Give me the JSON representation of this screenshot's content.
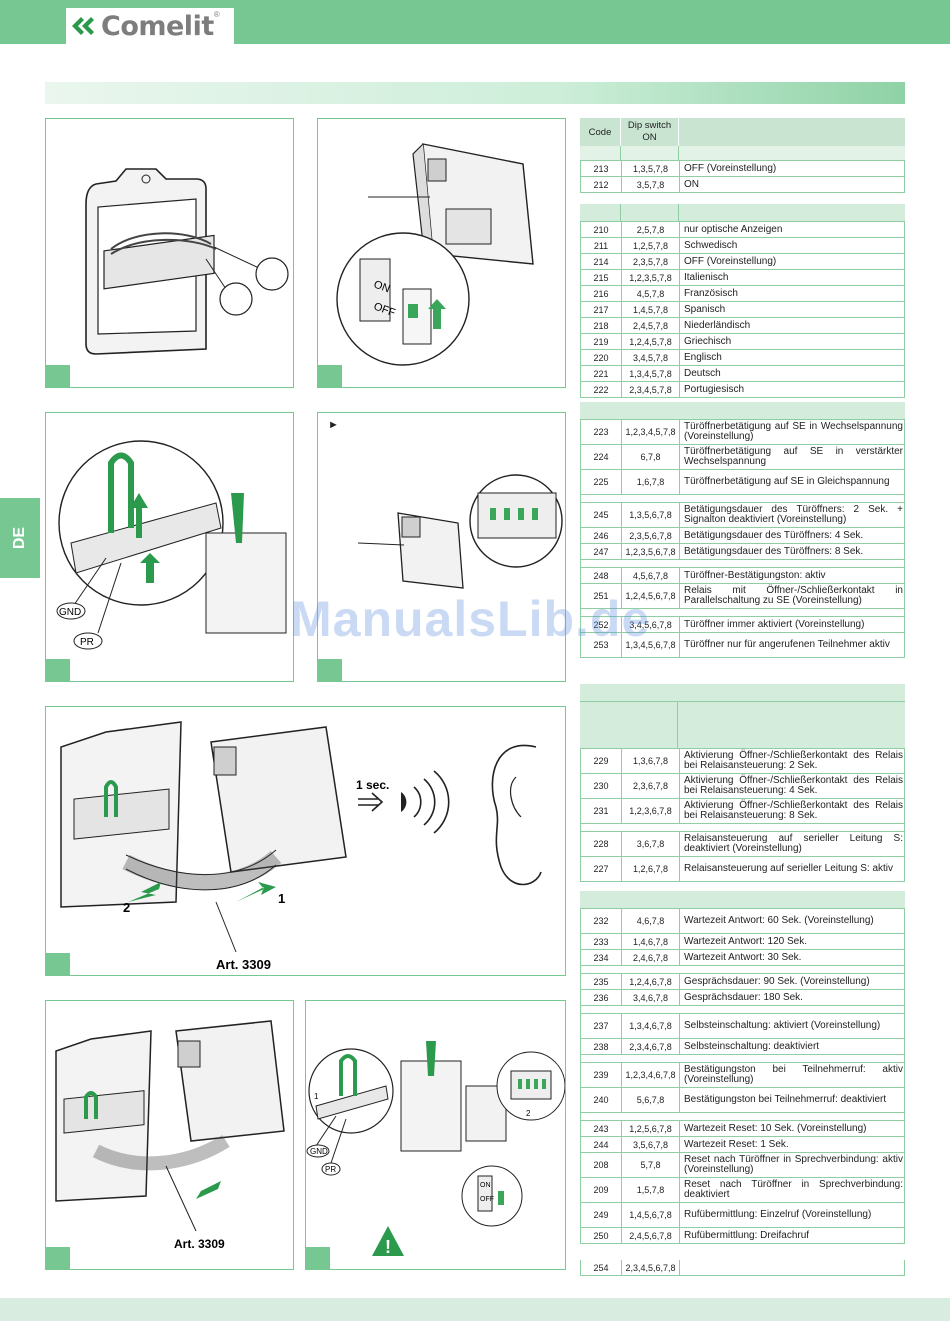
{
  "brand": {
    "name": "Comelit",
    "reg": "®"
  },
  "side_tab": "DE",
  "watermark": "ManualsLib.de",
  "figures": {
    "bullet": "►",
    "gnd": "GND",
    "pr": "PR",
    "on": "ON",
    "off": "OFF",
    "one_sec": "1 sec.",
    "num1": "1",
    "num2": "2",
    "art": "Art. 3309",
    "art2": "Art. 3309",
    "warning": "!"
  },
  "table_header": {
    "code": "Code",
    "dip1": "Dip switch",
    "dip2": "ON"
  },
  "tables": [
    {
      "rows": [
        [
          "213",
          "1,3,5,7,8",
          "OFF (Voreinstellung)"
        ],
        [
          "212",
          "3,5,7,8",
          "ON"
        ]
      ]
    },
    {
      "rows": [
        [
          "210",
          "2,5,7,8",
          "nur optische Anzeigen"
        ],
        [
          "211",
          "1,2,5,7,8",
          "Schwedisch"
        ],
        [
          "214",
          "2,3,5,7,8",
          "OFF (Voreinstellung)"
        ],
        [
          "215",
          "1,2,3,5,7,8",
          "Italienisch"
        ],
        [
          "216",
          "4,5,7,8",
          "Französisch"
        ],
        [
          "217",
          "1,4,5,7,8",
          "Spanisch"
        ],
        [
          "218",
          "2,4,5,7,8",
          "Niederländisch"
        ],
        [
          "219",
          "1,2,4,5,7,8",
          "Griechisch"
        ],
        [
          "220",
          "3,4,5,7,8",
          "Englisch"
        ],
        [
          "221",
          "1,3,4,5,7,8",
          "Deutsch"
        ],
        [
          "222",
          "2,3,4,5,7,8",
          "Portugiesisch"
        ]
      ]
    },
    {
      "rows": [
        [
          "223",
          "1,2,3,4,5,7,8",
          "Türöffnerbetätigung auf SE in Wechselspannung (Voreinstellung)"
        ],
        [
          "224",
          "6,7,8",
          "Türöffnerbetätigung auf SE in verstärkter Wechselspannung"
        ],
        [
          "225",
          "1,6,7,8",
          "Türöffnerbetätigung auf SE in Gleichspannung"
        ],
        [
          "",
          "",
          ""
        ],
        [
          "245",
          "1,3,5,6,7,8",
          "Betätigungsdauer des Türöffners: 2 Sek. + Signalton deaktiviert (Voreinstellung)"
        ],
        [
          "246",
          "2,3,5,6,7,8",
          "Betätigungsdauer des Türöffners: 4 Sek."
        ],
        [
          "247",
          "1,2,3,5,6,7,8",
          "Betätigungsdauer des Türöffners: 8 Sek."
        ],
        [
          "",
          "",
          ""
        ],
        [
          "248",
          "4,5,6,7,8",
          "Türöffner-Bestätigungston: aktiv"
        ],
        [
          "251",
          "1,2,4,5,6,7,8",
          "Relais mit Öffner-/Schließerkontakt in Parallelschaltung zu SE (Voreinstellung)"
        ],
        [
          "",
          "",
          ""
        ],
        [
          "252",
          "3,4,5,6,7,8",
          "Türöffner immer aktiviert (Voreinstellung)"
        ],
        [
          "253",
          "1,3,4,5,6,7,8",
          "Türöffner nur für angerufenen Teilnehmer aktiv"
        ]
      ]
    },
    {
      "rows": [
        [
          "229",
          "1,3,6,7,8",
          "Aktivierung Öffner-/Schließerkontakt des Relais bei Relaisansteuerung: 2 Sek."
        ],
        [
          "230",
          "2,3,6,7,8",
          "Aktivierung Öffner-/Schließerkontakt des Relais bei Relaisansteuerung: 4 Sek."
        ],
        [
          "231",
          "1,2,3,6,7,8",
          "Aktivierung Öffner-/Schließerkontakt des Relais bei Relaisansteuerung: 8 Sek."
        ],
        [
          "",
          "",
          ""
        ],
        [
          "228",
          "3,6,7,8",
          "Relaisansteuerung auf serieller Leitung S: deaktiviert (Voreinstellung)"
        ],
        [
          "227",
          "1,2,6,7,8",
          "Relaisansteuerung auf serieller Leitung S: aktiv"
        ]
      ]
    },
    {
      "rows": [
        [
          "232",
          "4,6,7,8",
          "Wartezeit Antwort: 60 Sek. (Voreinstellung)"
        ],
        [
          "233",
          "1,4,6,7,8",
          "Wartezeit Antwort: 120 Sek."
        ],
        [
          "234",
          "2,4,6,7,8",
          "Wartezeit Antwort: 30 Sek."
        ],
        [
          "",
          "",
          ""
        ],
        [
          "235",
          "1,2,4,6,7,8",
          "Gesprächsdauer: 90 Sek. (Voreinstellung)"
        ],
        [
          "236",
          "3,4,6,7,8",
          "Gesprächsdauer: 180 Sek."
        ],
        [
          "",
          "",
          ""
        ],
        [
          "237",
          "1,3,4,6,7,8",
          "Selbsteinschaltung: aktiviert (Voreinstellung)"
        ],
        [
          "238",
          "2,3,4,6,7,8",
          "Selbsteinschaltung: deaktiviert"
        ],
        [
          "",
          "",
          ""
        ],
        [
          "239",
          "1,2,3,4,6,7,8",
          "Bestätigungston bei Teilnehmerruf: aktiv (Voreinstellung)"
        ],
        [
          "240",
          "5,6,7,8",
          "Bestätigungston bei Teilnehmerruf: deaktiviert"
        ],
        [
          "",
          "",
          ""
        ],
        [
          "243",
          "1,2,5,6,7,8",
          "Wartezeit Reset: 10 Sek. (Voreinstellung)"
        ],
        [
          "244",
          "3,5,6,7,8",
          "Wartezeit Reset: 1 Sek."
        ],
        [
          "208",
          "5,7,8",
          "Reset nach Türöffner in Sprechverbindung: aktiv (Voreinstellung)"
        ],
        [
          "209",
          "1,5,7,8",
          "Reset nach Türöffner in Sprechverbindung: deaktiviert"
        ],
        [
          "249",
          "1,4,5,6,7,8",
          "Rufübermittlung: Einzelruf (Voreinstellung)"
        ],
        [
          "250",
          "2,4,5,6,7,8",
          "Rufübermittlung: Dreifachruf"
        ]
      ]
    },
    {
      "rows": [
        [
          "254",
          "2,3,4,5,6,7,8",
          ""
        ]
      ]
    }
  ],
  "colors": {
    "accent": "#77c793",
    "light": "#d8eddf",
    "line": "#8fcda2"
  }
}
